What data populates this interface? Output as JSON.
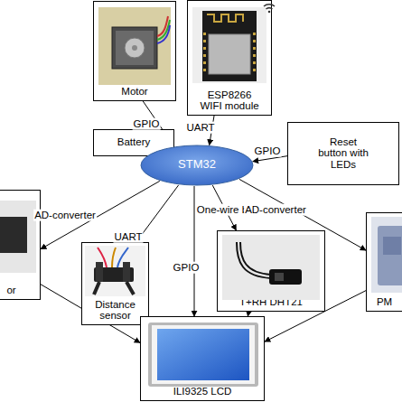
{
  "diagram": {
    "nodes": [
      {
        "text": [
          "Motor"
        ]
      },
      {
        "text": [
          "ESP8266 WIFI module"
        ]
      },
      {
        "text": [
          "Reset button with LEDs"
        ]
      },
      {
        "text": [
          "Battery"
        ]
      },
      {
        "text": [
          "STM32"
        ]
      },
      {
        "text": [
          "or"
        ]
      },
      {
        "text": [
          "Distance sensor"
        ]
      },
      {
        "text": [
          "T+RH DHT21"
        ]
      },
      {
        "text": [
          "PM"
        ]
      },
      {
        "text": [
          "ILI9325 LCD"
        ]
      }
    ],
    "edges": [
      {
        "from": 0,
        "to": 4,
        "label": "GPIO",
        "arrow": "to"
      },
      {
        "from": 1,
        "to": 4,
        "label": "UART",
        "arrow": "to"
      },
      {
        "from": 2,
        "to": 4,
        "label": "GPIO",
        "arrow": "to"
      },
      {
        "from": 4,
        "to": 3,
        "arrow": "to"
      },
      {
        "from": 4,
        "to": 5,
        "label": "AD-converter",
        "arrow": "to"
      },
      {
        "from": 4,
        "to": 6,
        "label": "UART",
        "arrow": "to"
      },
      {
        "from": 4,
        "to": 7,
        "label": "One-wire bus",
        "arrow": "to"
      },
      {
        "from": 4,
        "to": 8,
        "label": "AD-converter",
        "arrow": "to"
      },
      {
        "from": 4,
        "to": 9,
        "label": "GPIO",
        "arrow": "to"
      },
      {
        "from": 5,
        "to": 9,
        "arrow": "to"
      },
      {
        "from": 6,
        "to": 9,
        "arrow": "to"
      },
      {
        "from": 7,
        "to": 9,
        "arrow": "to"
      },
      {
        "from": 8,
        "to": 9,
        "arrow": "to"
      }
    ]
  }
}
